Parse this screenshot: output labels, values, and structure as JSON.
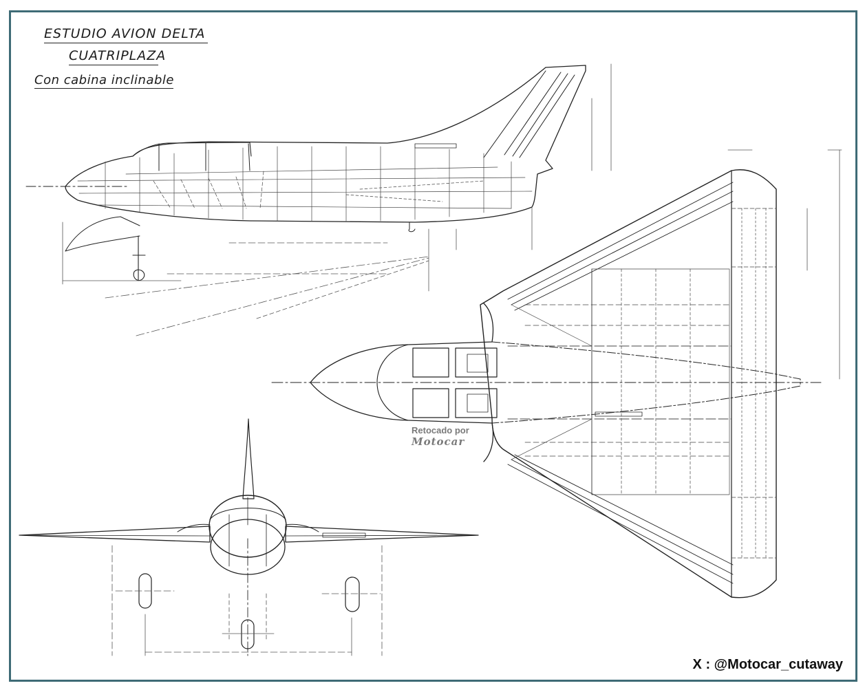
{
  "title": {
    "line1": "ESTUDIO AVION DELTA",
    "line2": "CUATRIPLAZA",
    "line3": "Con cabina inclinable"
  },
  "watermark": {
    "line1": "Retocado por",
    "line2": "Motocar"
  },
  "credit": "X : @Motocar_cutaway",
  "colors": {
    "frame": "#3e6b76",
    "ink": "#1c1c1c",
    "watermark": "#7a7a7a"
  }
}
